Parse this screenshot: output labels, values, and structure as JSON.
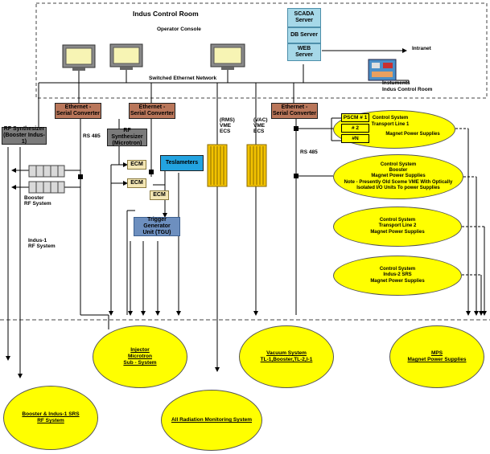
{
  "control_room": {
    "title": "Indus Control Room",
    "operator_console": "Operator Console",
    "switched_network": "Switched Ethernet Network",
    "scada_server": "SCADA Server",
    "db_server": "DB Server",
    "web_server": "WEB Server",
    "intranet": "Intranet",
    "instruments": "Instuments",
    "indus_control_room": "Indus Control Room"
  },
  "converters": {
    "esc1": "Ethernet -\nSerial Converter",
    "esc2": "Ethernet -\nSerial Converter",
    "esc3": "Ethernet -\nSerial Converter"
  },
  "rf": {
    "synth_booster": "RF Synthesizer\n(Booster Indus-1)",
    "synth_microtron": "RF Synthesizer\n(Microtron)",
    "booster_rf": "Booster\nRF System",
    "indus1_rf": "Indus-1\nRF System"
  },
  "labels": {
    "rs485_left": "RS 485",
    "rs485_right": "RS 485",
    "rms": "(RMS)\nVME\nECS",
    "vac": "(VAC)\nVME\nECS"
  },
  "microtron": {
    "teslameters": "Teslameters",
    "ecm1": "ECM",
    "ecm2": "ECM",
    "ecm3": "ECM",
    "tgu": "Trigger Generator\nUnit (TGU)"
  },
  "control_ellipses": {
    "tl1": {
      "psc1": "PSCM # 1",
      "psc2": "# 2",
      "pscn": "#N",
      "l1": "Control System",
      "l2": "Transport Line 1",
      "l3": "Magnet Power Supplies"
    },
    "booster": {
      "l1": "Control System",
      "l2": "Booster",
      "l3": "Magnet Power Supplies",
      "l4": "Note - Presently Old Sceme VME With Optically",
      "l5": "Isolated I/O Units To power Supplies"
    },
    "tl2": {
      "l1": "Control System",
      "l2": "Transport Line 2",
      "l3": "Magnet Power Supplies"
    },
    "indus2": {
      "l1": "Control System",
      "l2": "Indus-2 SRS",
      "l3": "Magnet Power Supplies"
    }
  },
  "subsystems": {
    "injector": {
      "l1": "Injector",
      "l2": "Microtron",
      "l3": "Sub - System"
    },
    "vacuum": {
      "l1": "Vacuum System",
      "l2": "TL-1,Booster,TL-2,I-1"
    },
    "mps": {
      "l1": "MPS",
      "l2": "Magnet Power Supplies"
    },
    "booster_srs": {
      "l1": "Booster & Indus-1 SRS",
      "l2": "RF System"
    },
    "radiation": {
      "l1": "All Radiation Monitoring System"
    }
  }
}
